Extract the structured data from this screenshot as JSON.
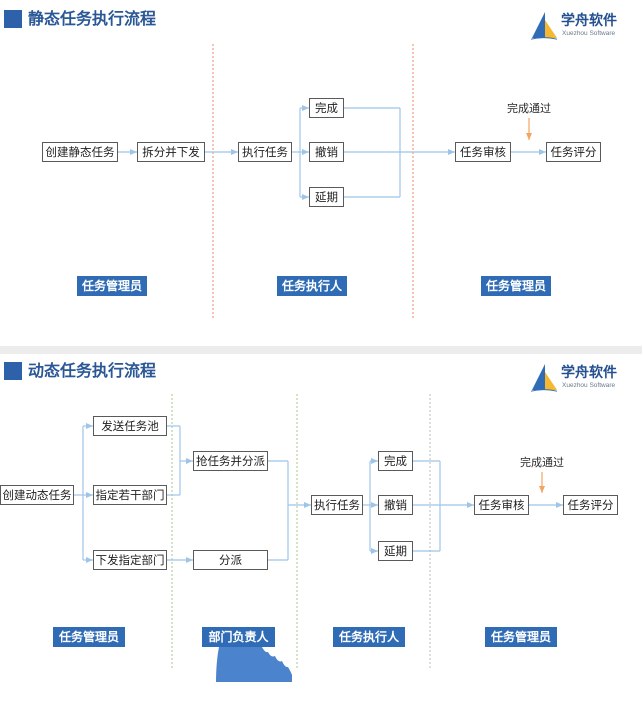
{
  "colors": {
    "accent": "#2d62ab",
    "title_text": "#2b5797",
    "connector": "#9ec4e8",
    "role_badge": "#2f6cb5",
    "annotation_arrow": "#f3a461",
    "lane_divider_static": "#ee9c7e",
    "lane_divider_dynamic": "#b6d29f"
  },
  "logo": {
    "icon": "sail-logo-icon",
    "name": "学舟软件",
    "tagline": "Xuezhou Software"
  },
  "static_flow": {
    "title": "静态任务执行流程",
    "nodes": {
      "create": "创建静态任务",
      "split_and_issue": "拆分并下发",
      "execute": "执行任务",
      "complete": "完成",
      "revoke": "撤销",
      "postpone": "延期",
      "review": "任务审核",
      "score": "任务评分"
    },
    "review_note": "完成通过",
    "roles": [
      "任务管理员",
      "任务执行人",
      "任务管理员"
    ]
  },
  "dynamic_flow": {
    "title": "动态任务执行流程",
    "nodes": {
      "create": "创建动态任务",
      "send_to_pool": "发送任务池",
      "assign_departments": "指定若干部门",
      "issue_to_departments": "下发指定部门",
      "grab_and_dispatch": "抢任务并分派",
      "dispatch": "分派",
      "execute": "执行任务",
      "complete": "完成",
      "revoke": "撤销",
      "postpone": "延期",
      "review": "任务审核",
      "score": "任务评分"
    },
    "review_note": "完成通过",
    "roles": [
      "任务管理员",
      "部门负责人",
      "任务执行人",
      "任务管理员"
    ]
  }
}
